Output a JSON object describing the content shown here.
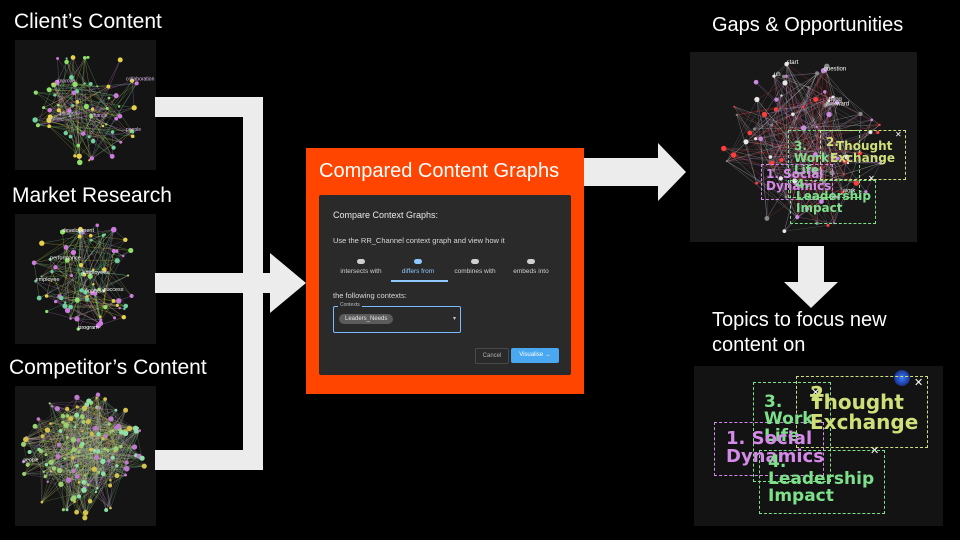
{
  "labels": {
    "client": "Client’s Content",
    "market": "Market Research",
    "competitor": "Competitor’s Content",
    "gaps": "Gaps & Opportunities",
    "topics_line1": "Topics to focus new",
    "topics_line2": "content on"
  },
  "compare": {
    "title": "Compared Content Graphs",
    "dialog": {
      "heading": "Compare Context Graphs:",
      "instruction": "Use the RR_Channel context graph and view how it",
      "options": [
        "intersects with",
        "differs from",
        "combines with",
        "embeds into"
      ],
      "selected_option": "differs from",
      "following": "the following contexts:",
      "field_label": "Contexts",
      "chip": "Leaders_Needs",
      "cancel": "Cancel",
      "visualize": "Visualise →"
    }
  },
  "graphs": {
    "client_nodes": [
      "people",
      "change",
      "business",
      "improve",
      "culture",
      "collaboration"
    ],
    "market_nodes": [
      "financial",
      "success",
      "performance",
      "employees",
      "development",
      "employee",
      "program"
    ],
    "competitor_nodes": [
      "people"
    ],
    "gaps_nodes": [
      "awkward",
      "question",
      "uh",
      "thing",
      "work",
      "start"
    ]
  },
  "topics": {
    "thought_exchange": "2. Thought Exchange",
    "work_life": "3. Work Life",
    "social_dynamics": "1. Social Dynamics",
    "leadership_impact": "4. Leadership Impact",
    "small": {
      "work_line1": "3.",
      "work_line2": "Work",
      "work_line3": "Life",
      "thought_line1": "2.",
      "thought_line2": "Thought",
      "thought_line3": "Exchange",
      "social_line1": "1. Social",
      "social_line2": "Dynamics",
      "leader_line1": "4.",
      "leader_line2": "Leadership",
      "leader_line3": "Impact"
    },
    "big": {
      "thought_line1": "2.",
      "thought_line2": "Thought",
      "thought_line3": "Exchange",
      "work_line1": "3.",
      "work_line2": "Work",
      "work_line3": "Life",
      "social_line1": "1. Social",
      "social_line2": "Dynamics",
      "leader_line1": "4.",
      "leader_line2": "Leadership",
      "leader_line3": "Impact"
    }
  },
  "colors": {
    "accent_orange": "#ff4500",
    "green": "#7ee08a",
    "yellow_green": "#cfe07a",
    "pink": "#d48ae8",
    "blue_button": "#4aa8f0"
  }
}
